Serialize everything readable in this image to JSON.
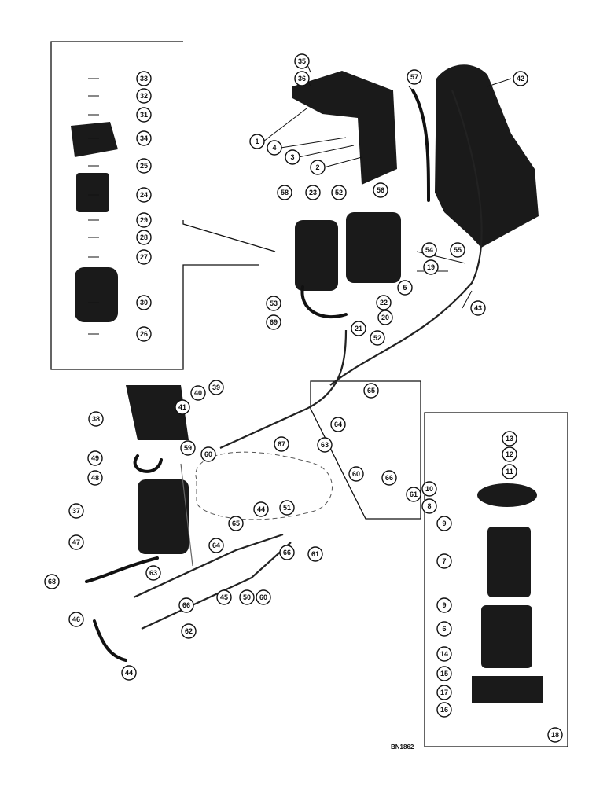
{
  "drawing_code": "BN1862",
  "callouts": [
    "35",
    "36",
    "33",
    "32",
    "31",
    "34",
    "25",
    "24",
    "29",
    "28",
    "27",
    "30",
    "26",
    "1",
    "4",
    "3",
    "2",
    "57",
    "42",
    "58",
    "23",
    "52",
    "56",
    "54",
    "55",
    "19",
    "5",
    "53",
    "69",
    "21",
    "20",
    "22",
    "52",
    "43",
    "65",
    "64",
    "63",
    "60",
    "66",
    "61",
    "40",
    "39",
    "38",
    "41",
    "49",
    "59",
    "60",
    "48",
    "37",
    "47",
    "68",
    "46",
    "44",
    "65",
    "66",
    "62",
    "63",
    "64",
    "45",
    "50",
    "60",
    "44",
    "51",
    "66",
    "61",
    "67",
    "13",
    "12",
    "11",
    "10",
    "8",
    "9",
    "7",
    "9",
    "6",
    "14",
    "15",
    "17",
    "16",
    "18"
  ]
}
